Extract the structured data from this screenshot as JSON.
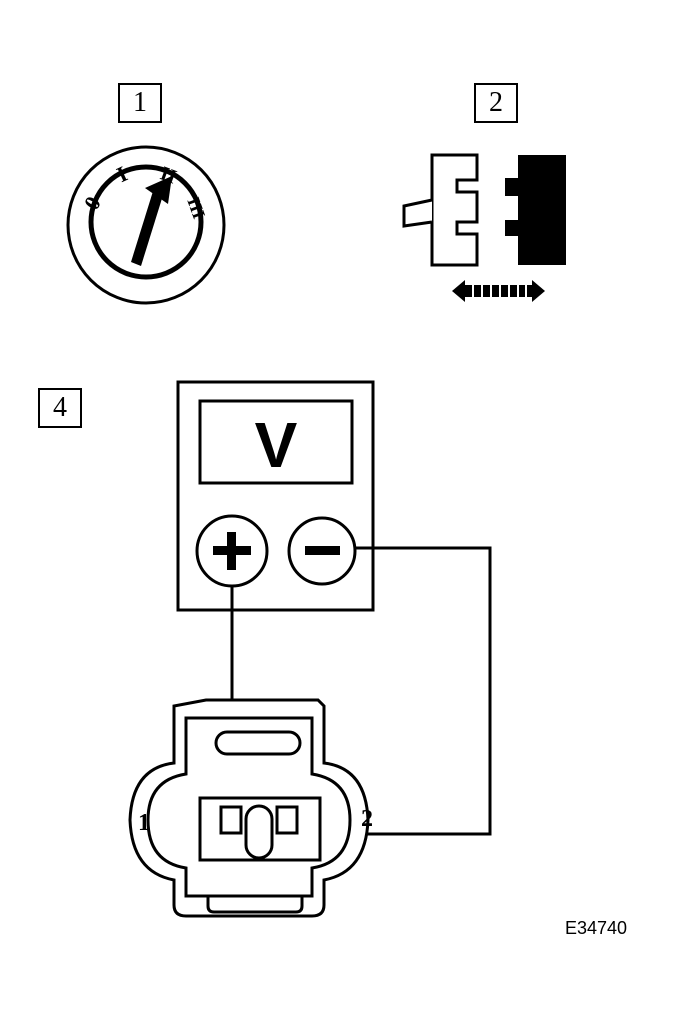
{
  "steps": [
    {
      "id": "step1",
      "label": "1"
    },
    {
      "id": "step2",
      "label": "2"
    },
    {
      "id": "step4",
      "label": "4"
    }
  ],
  "ignition_switch": {
    "positions": [
      "0",
      "I",
      "II",
      "III"
    ]
  },
  "voltmeter": {
    "display": "V",
    "positive_symbol": "+",
    "negative_symbol": "−"
  },
  "connector": {
    "pin1": "1",
    "pin2": "2"
  },
  "reference_code": "E34740"
}
